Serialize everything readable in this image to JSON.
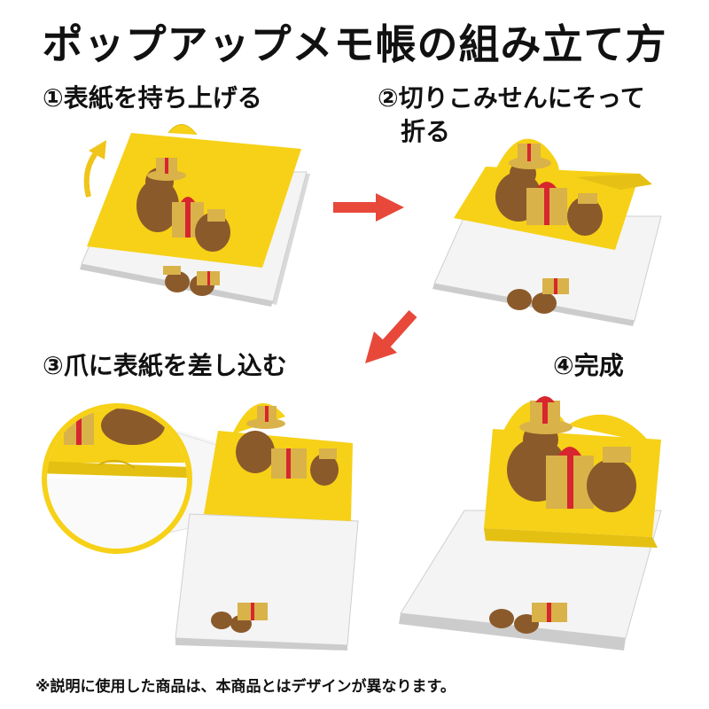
{
  "title": "ポップアップメモ帳の組み立て方",
  "steps": [
    {
      "label": "①表紙を持ち上げる"
    },
    {
      "label_line1": "②切りこみせんにそって",
      "label_line2": "折る"
    },
    {
      "label": "③爪に表紙を差し込む"
    },
    {
      "label": "④完成"
    }
  ],
  "note": "※説明に使用した商品は、本商品とはデザインが異なります。",
  "colors": {
    "cover_yellow": "#f6d117",
    "arrow_red": "#e8483a",
    "lift_arrow_yellow": "#f0c419",
    "bear_brown": "#8b5a2b",
    "gift_gold": "#d9b24a",
    "ribbon_red": "#d7262e"
  }
}
